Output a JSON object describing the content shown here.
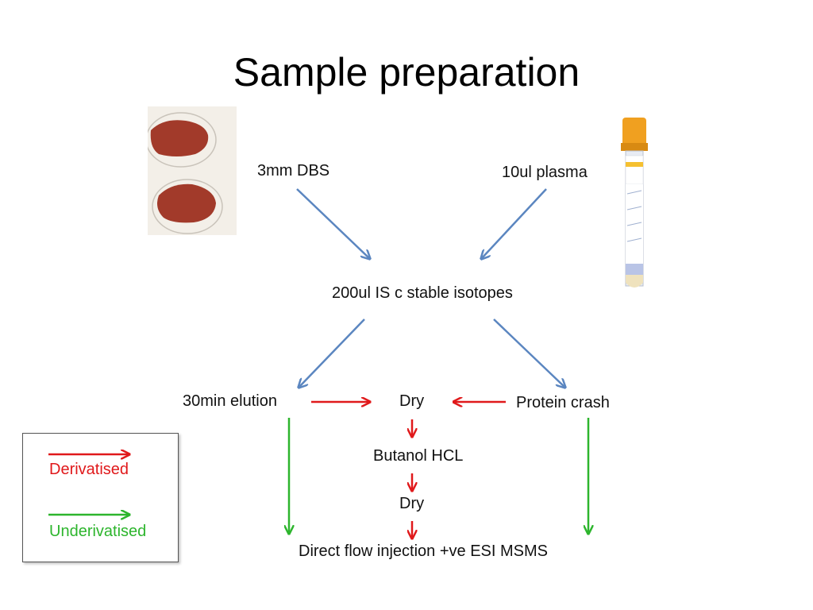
{
  "title": "Sample preparation",
  "nodes": {
    "dbs": "3mm DBS",
    "plasma": "10ul plasma",
    "is": "200ul IS c stable isotopes",
    "elution": "30min elution",
    "dry1": "Dry",
    "crash": "Protein crash",
    "butanol": "Butanol HCL",
    "dry2": "Dry",
    "injection": "Direct flow injection +ve ESI MSMS"
  },
  "legend": {
    "derivatised": "Derivatised",
    "underivatised": "Underivatised"
  },
  "colors": {
    "blue_arrow": "#5b86c0",
    "red_arrow": "#e0191b",
    "green_arrow": "#2db52d",
    "blood": "#a23a2a",
    "tube_cap": "#f0a020"
  }
}
